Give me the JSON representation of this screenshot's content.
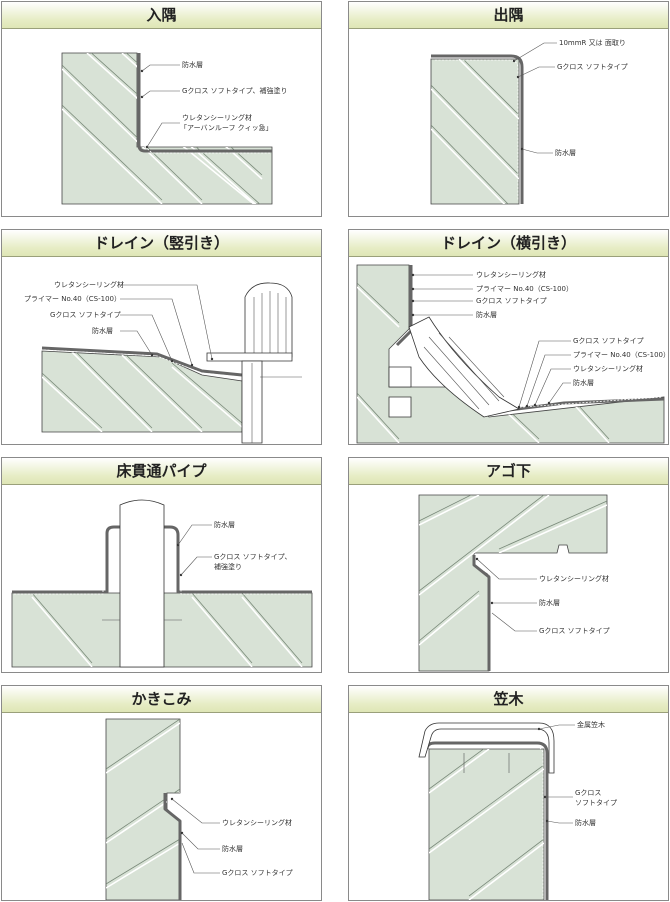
{
  "panels": [
    {
      "title": "入隅",
      "labels": [
        "防水層",
        "Gクロス ソフトタイプ、補強塗り",
        "ウレタンシーリング材",
        "「アーバンルーフ クィッ急」"
      ]
    },
    {
      "title": "出隅",
      "labels": [
        "10mmR 又は 面取り",
        "Gクロス ソフトタイプ",
        "防水層"
      ]
    },
    {
      "title": "ドレイン（竪引き）",
      "labels": [
        "ウレタンシーリング材",
        "プライマー No.40（CS-100）",
        "Gクロス ソフトタイプ",
        "防水層"
      ]
    },
    {
      "title": "ドレイン（横引き）",
      "labels": [
        "ウレタンシーリング材",
        "プライマー No.40（CS-100）",
        "Gクロス ソフトタイプ",
        "防水層",
        "Gクロス ソフトタイプ",
        "プライマー No.40（CS-100）",
        "ウレタンシーリング材",
        "防水層"
      ]
    },
    {
      "title": "床貫通パイプ",
      "labels": [
        "防水層",
        "Gクロス ソフトタイプ、",
        "補強塗り"
      ]
    },
    {
      "title": "アゴ下",
      "labels": [
        "ウレタンシーリング材",
        "防水層",
        "Gクロス ソフトタイプ"
      ]
    },
    {
      "title": "かきこみ",
      "labels": [
        "ウレタンシーリング材",
        "防水層",
        "Gクロス ソフトタイプ"
      ]
    },
    {
      "title": "笠木",
      "labels": [
        "金属笠木",
        "Gクロス",
        "ソフトタイプ",
        "防水層"
      ]
    }
  ]
}
